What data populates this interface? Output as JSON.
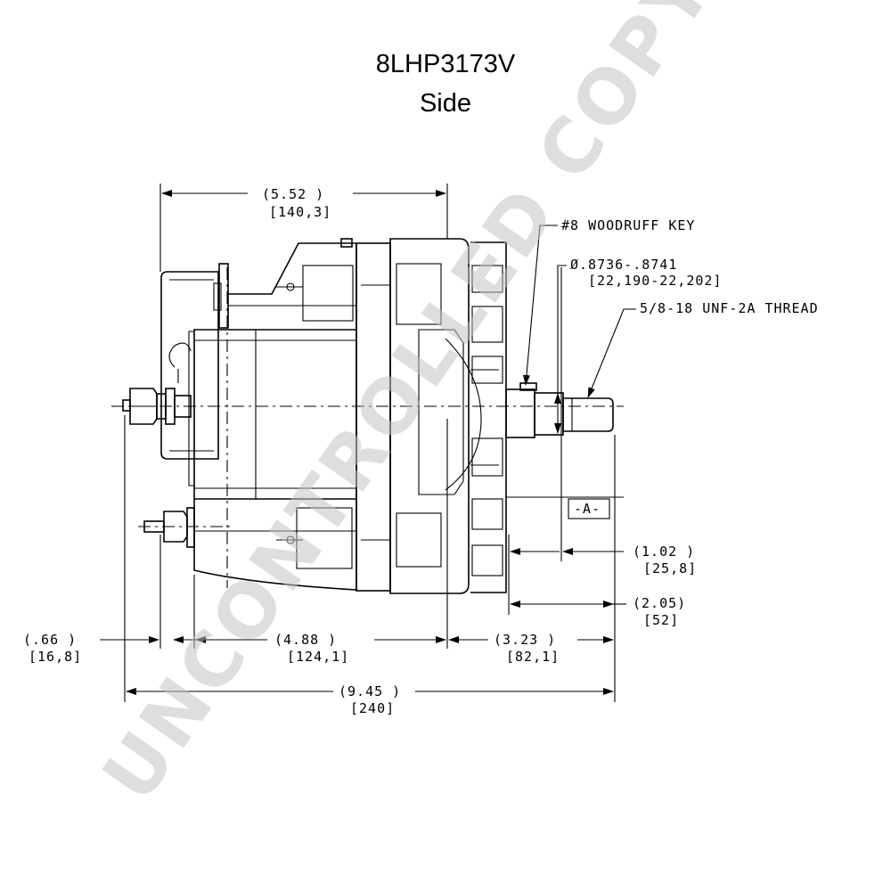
{
  "title": "8LHP3173V",
  "view": "Side",
  "watermark": "UNCONTROLLED COPY",
  "callouts": {
    "woodruff_key": "#8 WOODRUFF KEY",
    "shaft_dia": "Ø.8736-.8741",
    "shaft_dia_mm": "[22,190-22,202]",
    "thread": "5/8-18 UNF-2A THREAD",
    "datum": "-A-"
  },
  "dimensions": {
    "overall_top": {
      "inch": "(5.52    )",
      "mm": "[140,3]"
    },
    "shaft_a": {
      "inch": "(1.02    )",
      "mm": "[25,8]"
    },
    "shaft_b": {
      "inch": "(2.05)",
      "mm": "[52]"
    },
    "terminal": {
      "inch": "(.66    )",
      "mm": "[16,8]"
    },
    "body": {
      "inch": "(4.88    )",
      "mm": "[124,1]"
    },
    "front": {
      "inch": "(3.23    )",
      "mm": "[82,1]"
    },
    "total": {
      "inch": "(9.45 )",
      "mm": "[240]"
    }
  }
}
